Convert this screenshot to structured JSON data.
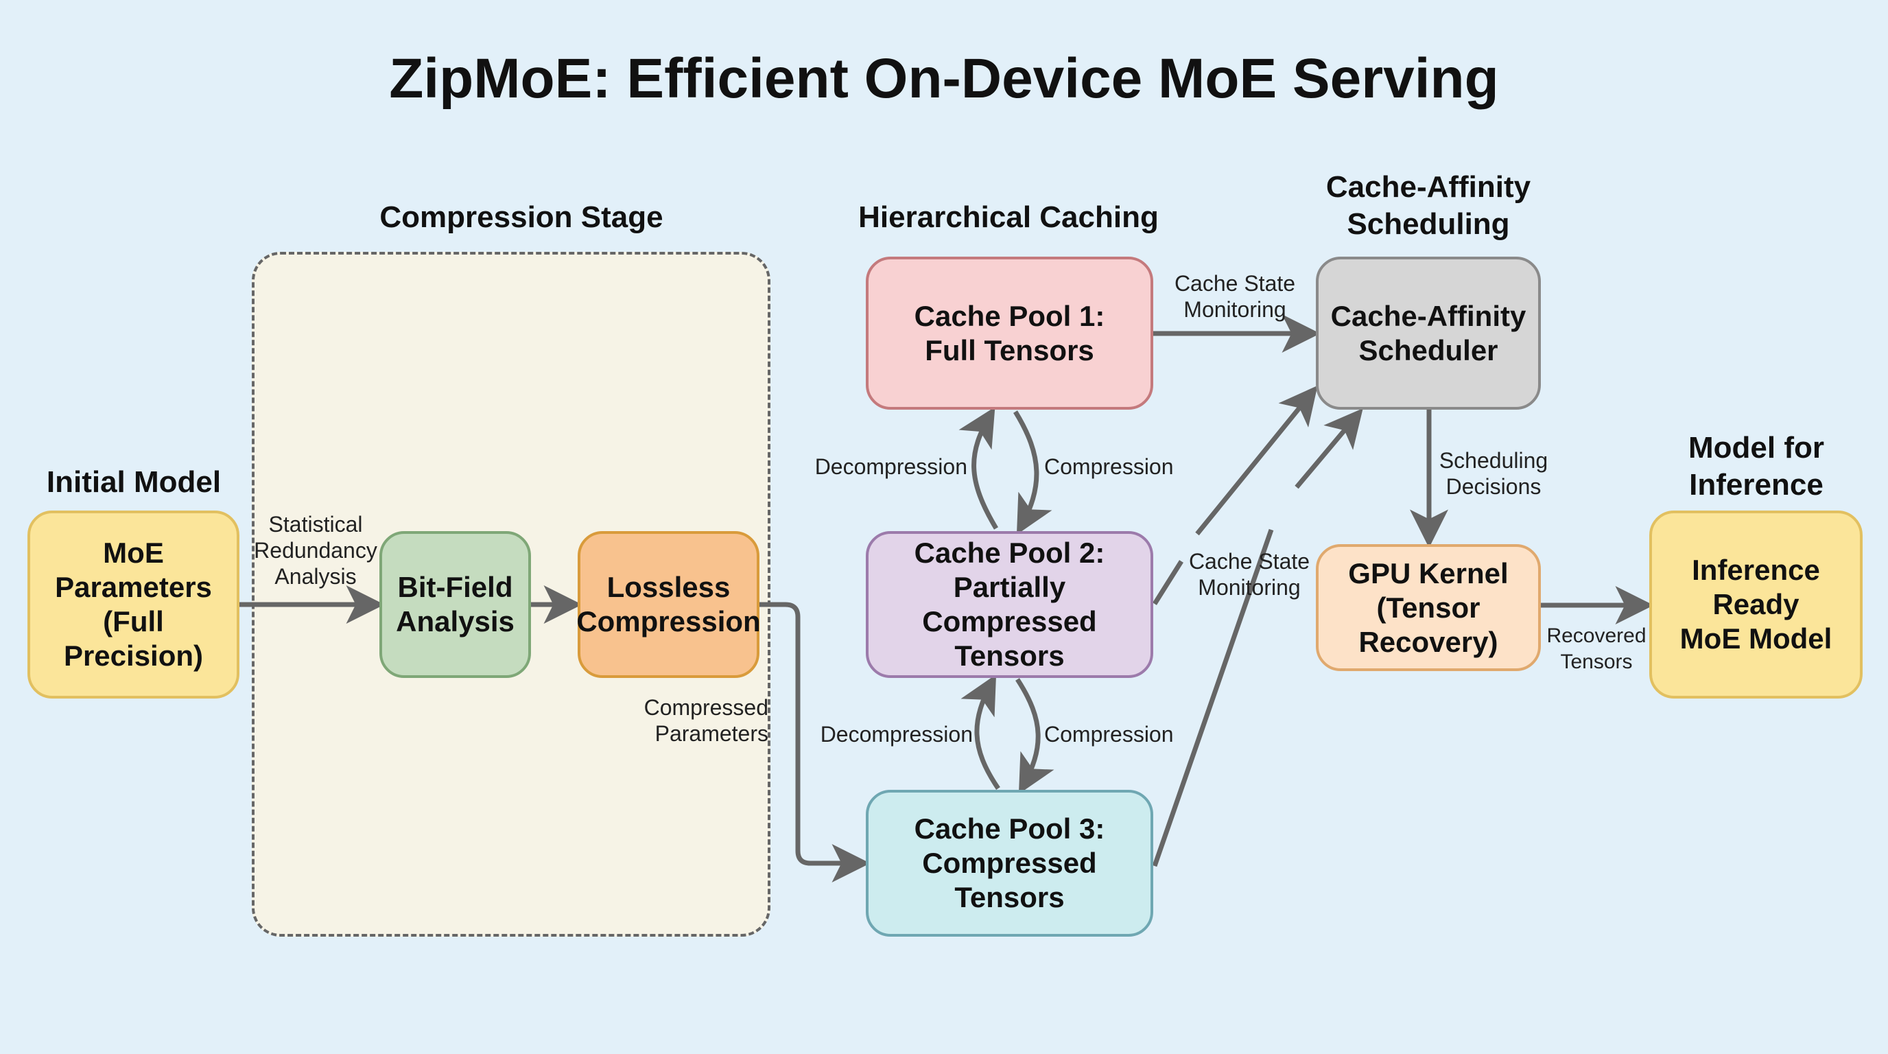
{
  "title": "ZipMoE: Efficient On-Device MoE Serving",
  "sections": {
    "initial": "Initial Model",
    "compression": "Compression Stage",
    "caching": "Hierarchical Caching",
    "scheduling_line1": "Cache-Affinity",
    "scheduling_line2": "Scheduling",
    "inference_line1": "Model for",
    "inference_line2": "Inference"
  },
  "nodes": {
    "moe_params": {
      "lines": [
        "MoE",
        "Parameters",
        "(Full Precision)"
      ],
      "fill": "#fbe59a",
      "stroke": "#e2c060"
    },
    "bit_field": {
      "lines": [
        "Bit-Field",
        "Analysis"
      ],
      "fill": "#c5dcbf",
      "stroke": "#7fa777"
    },
    "lossless": {
      "lines": [
        "Lossless",
        "Compression"
      ],
      "fill": "#f8c28e",
      "stroke": "#d99b3b"
    },
    "pool1": {
      "lines": [
        "Cache Pool 1:",
        "Full Tensors"
      ],
      "fill": "#f8d1d2",
      "stroke": "#c47a7d"
    },
    "pool2": {
      "lines": [
        "Cache Pool 2:",
        "Partially Compressed",
        "Tensors"
      ],
      "fill": "#e2d4e9",
      "stroke": "#9c7bab"
    },
    "pool3": {
      "lines": [
        "Cache Pool 3:",
        "Compressed Tensors"
      ],
      "fill": "#cdecef",
      "stroke": "#6fa7b2"
    },
    "scheduler": {
      "lines": [
        "Cache-Affinity",
        "Scheduler"
      ],
      "fill": "#d6d6d6",
      "stroke": "#8a8a8a"
    },
    "gpu_kernel": {
      "lines": [
        "GPU Kernel",
        "(Tensor",
        "Recovery)"
      ],
      "fill": "#fde2c8",
      "stroke": "#e0a96e"
    },
    "inference_model": {
      "lines": [
        "Inference",
        "Ready",
        "MoE Model"
      ],
      "fill": "#fbe59a",
      "stroke": "#e2c060"
    }
  },
  "edge_labels": {
    "statistical": [
      "Statistical",
      "Redundancy",
      "Analysis"
    ],
    "compressed_params": [
      "Compressed",
      "Parameters"
    ],
    "decompression_1": "Decompression",
    "compression_1": "Compression",
    "decompression_2": "Decompression",
    "compression_2": "Compression",
    "monitor_top": [
      "Cache State",
      "Monitoring"
    ],
    "monitor_mid": [
      "Cache State",
      "Monitoring"
    ],
    "scheduling_decisions": [
      "Scheduling",
      "Decisions"
    ],
    "recovered": [
      "Recovered",
      "Tensors"
    ]
  },
  "colors": {
    "background": "#e2f0f9",
    "stage_fill": "#f6f3e6",
    "arrow": "#666666"
  }
}
